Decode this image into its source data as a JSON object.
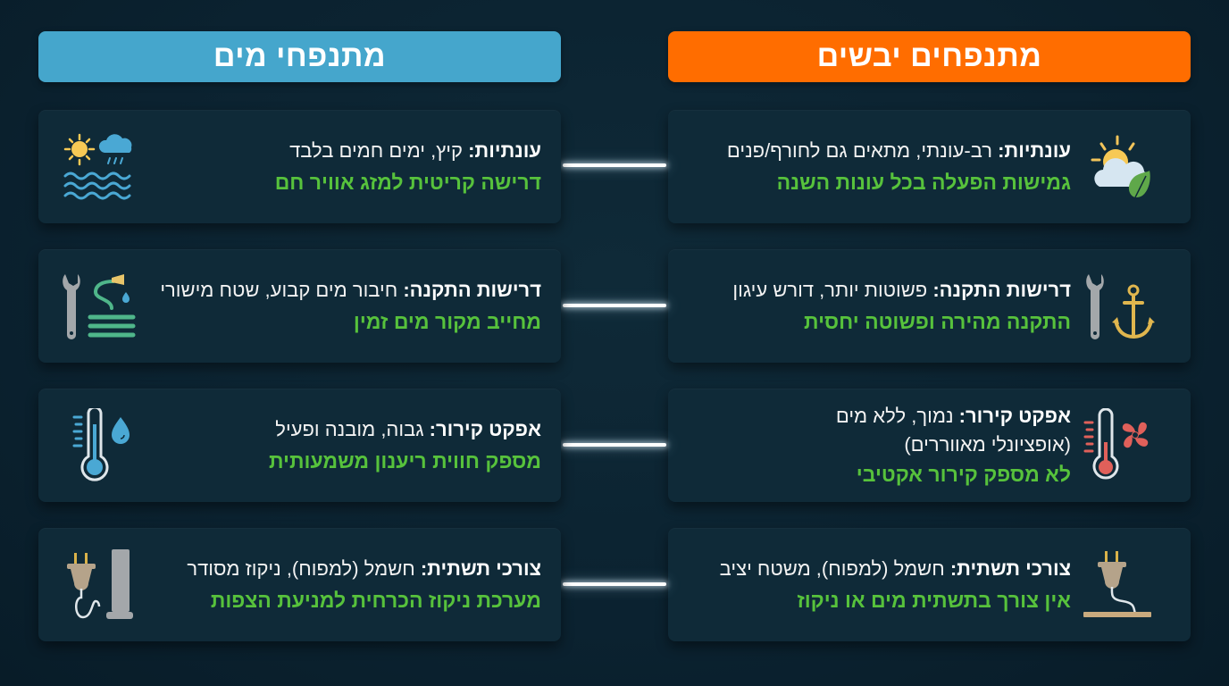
{
  "headers": {
    "dry": {
      "label": "מתנפחים יבשים",
      "color": "#ff6d00"
    },
    "water": {
      "label": "מתנפחי מים",
      "color": "#45a6cc"
    }
  },
  "colors": {
    "background": "#0b2230",
    "card": "#0f2a38",
    "highlight_green": "#57c23c",
    "text_white": "#f2f2f2"
  },
  "rows": [
    {
      "dry": {
        "icon": "sun-cloud-leaf-icon",
        "label": "עונתיות:",
        "detail": " רב-עונתי, מתאים גם לחורף/פנים",
        "highlight": "גמישות הפעלה בכל עונות השנה"
      },
      "water": {
        "icon": "sun-rain-waves-icon",
        "label": "עונתיות:",
        "detail": " קיץ, ימים חמים בלבד",
        "highlight": "דרישה קריטית למזג אוויר חם"
      }
    },
    {
      "dry": {
        "icon": "wrench-anchor-icon",
        "label": "דרישות התקנה:",
        "detail": " פשוטות יותר, דורש עיגון",
        "highlight": "התקנה מהירה ופשוטה יחסית"
      },
      "water": {
        "icon": "wrench-hose-icon",
        "label": "דרישות התקנה:",
        "detail": " חיבור מים קבוע, שטח מישורי",
        "highlight": "מחייב מקור מים זמין"
      }
    },
    {
      "dry": {
        "icon": "thermometer-fan-icon",
        "label": "אפקט קירור:",
        "detail": " נמוך, ללא מים",
        "detail2": "(אופציונלי מאווררים)",
        "highlight": "לא מספק קירור אקטיבי"
      },
      "water": {
        "icon": "thermometer-droplet-icon",
        "label": "אפקט קירור:",
        "detail": " גבוה, מובנה ופעיל",
        "highlight": "מספק חווית ריענון משמעותית"
      }
    },
    {
      "dry": {
        "icon": "plug-base-icon",
        "label": "צורכי תשתית:",
        "detail": " חשמל (למפוח), משטח יציב",
        "highlight": "אין צורך בתשתית מים או ניקוז"
      },
      "water": {
        "icon": "plug-drain-icon",
        "label": "צורכי תשתית:",
        "detail": " חשמל (למפוח), ניקוז מסודר",
        "highlight": "מערכת ניקוז הכרחית למניעת הצפות"
      }
    }
  ]
}
